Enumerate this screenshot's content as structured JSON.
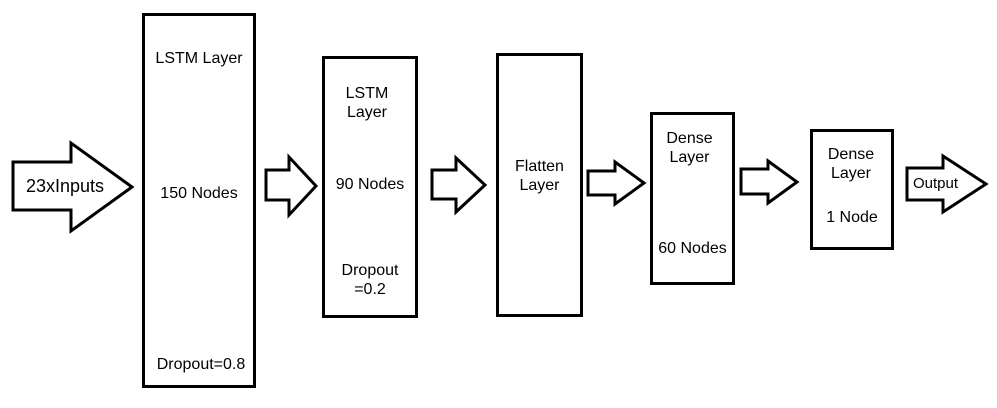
{
  "input_label": "23xInputs",
  "output_label": "Output",
  "layers": {
    "lstm1": {
      "title": "LSTM Layer",
      "nodes": "150 Nodes",
      "dropout": "Dropout=0.8"
    },
    "lstm2": {
      "title": "LSTM\nLayer",
      "nodes": "90 Nodes",
      "dropout": "Dropout\n=0.2"
    },
    "flatten": {
      "title": "Flatten\nLayer"
    },
    "dense1": {
      "title": "Dense\nLayer",
      "nodes": "60 Nodes"
    },
    "dense2": {
      "title": "Dense\nLayer",
      "nodes": "1 Node"
    }
  }
}
